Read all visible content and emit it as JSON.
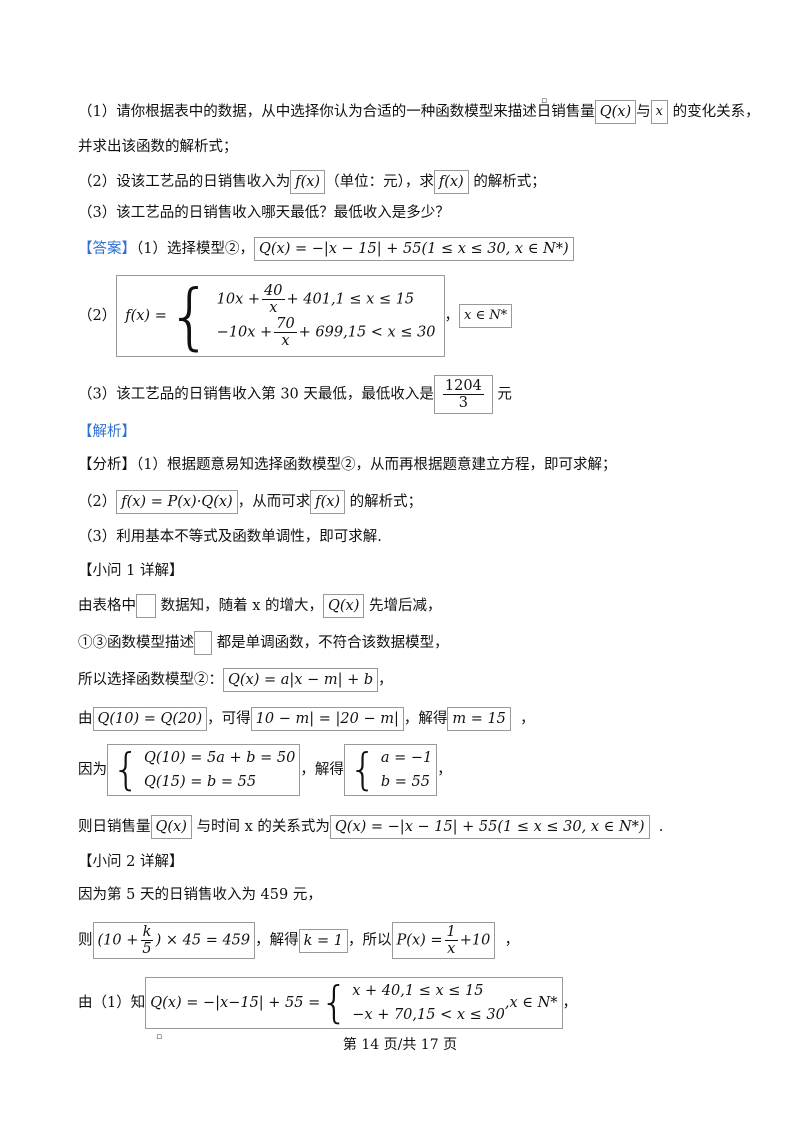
{
  "q1": {
    "text_a": "（1）请你根据表中的数据，从中选择你认为合适的一种函数模型来描述日销售量",
    "box_Q": "Q(x)",
    "text_b": "与",
    "box_x": "x",
    "text_c": "的变化关系，",
    "line2": "并求出该函数的解析式；"
  },
  "q2": {
    "text_a": "（2）设该工艺品的日销售收入为",
    "box_f": "f(x)",
    "text_b": "（单位：元），求",
    "box_f2": "f(x)",
    "text_c": "的解析式；"
  },
  "q3": {
    "text": "（3）该工艺品的日销售收入哪天最低？最低收入是多少？"
  },
  "answer": {
    "label": "【答案】",
    "a1_text": "（1）选择模型②，",
    "a1_formula": "Q(x) = −|x − 15| + 55(1 ≤ x ≤ 30, x ∈ N*)",
    "a2_prefix": "（2）",
    "a2_lhs": "f(x) =",
    "a2_case1": "10x + 40/x + 401,1 ≤ x ≤ 15",
    "a2_case1_pre": "10x +",
    "a2_case1_num": "40",
    "a2_case1_den": "x",
    "a2_case1_post": "+ 401,1 ≤ x ≤ 15",
    "a2_case2_pre": "−10x +",
    "a2_case2_num": "70",
    "a2_case2_den": "x",
    "a2_case2_post": "+ 699,15 < x ≤ 30",
    "a2_sep": "，",
    "a2_domain": "x ∈ N*",
    "a3_text": "（3）该工艺品的日销售收入第 30 天最低，最低收入是",
    "a3_num": "1204",
    "a3_den": "3",
    "a3_unit": "元"
  },
  "analysis": {
    "label": "【解析】",
    "fx_label": "【分析】",
    "fx1": "（1）根据题意易知选择函数模型②，从而再根据题意建立方程，即可求解；",
    "fx2_prefix": "（2）",
    "fx2_formula": "f(x) = P(x)·Q(x)",
    "fx2_mid": "，从而可求",
    "fx2_box": "f(x)",
    "fx2_end": "的解析式；",
    "fx3": "（3）利用基本不等式及函数单调性，即可求解."
  },
  "sub1": {
    "title": "【小问 1 详解】",
    "l1_a": "由表格中",
    "l1_b": "数据知，随着 x 的增大，",
    "l1_box": "Q(x)",
    "l1_c": "先增后减，",
    "l2_a": "①③函数模型描述",
    "l2_b": "都是单调函数，不符合该数据模型，",
    "l3_a": "所以选择函数模型②：",
    "l3_box": "Q(x) = a|x − m| + b",
    "l3_c": "，",
    "l4_a": "由",
    "l4_box1": "Q(10) = Q(20)",
    "l4_b": "，可得",
    "l4_box2": "10 − m| = |20 − m|",
    "l4_c": "，解得",
    "l4_box3": "m = 15",
    "l4_d": "，",
    "l5_a": "因为",
    "l5_case1": "Q(10) = 5a + b = 50",
    "l5_case2": "Q(15) = b = 55",
    "l5_b": "，解得",
    "l5_sol1": "a = −1",
    "l5_sol2": "b = 55",
    "l5_c": "，",
    "l6_a": "则日销售量",
    "l6_box": "Q(x)",
    "l6_b": "与时间 x 的关系式为",
    "l6_formula": "Q(x) = −|x − 15| + 55(1 ≤ x ≤ 30, x ∈ N*)",
    "l6_c": "."
  },
  "sub2": {
    "title": "【小问 2 详解】",
    "l1": "因为第 5 天的日销售收入为 459 元，",
    "l2_a": "则",
    "l2_f_pre": "(10 +",
    "l2_f_num": "k",
    "l2_f_den": "5",
    "l2_f_post": ") × 45 = 459",
    "l2_b": "，解得",
    "l2_box": "k = 1",
    "l2_c": "，所以",
    "l2_p_pre": "P(x) =",
    "l2_p_num": "1",
    "l2_p_den": "x",
    "l2_p_post": "+10",
    "l2_d": "，",
    "l3_a": "由（1）知",
    "l3_lhs": "Q(x) = −|x−15| + 55 =",
    "l3_case1": "x + 40,1 ≤ x ≤ 15",
    "l3_case2": "−x + 70,15 < x ≤ 30",
    "l3_dom": ",x ∈ N*",
    "l3_b": "，"
  },
  "footer": "第 14 页/共 17 页"
}
